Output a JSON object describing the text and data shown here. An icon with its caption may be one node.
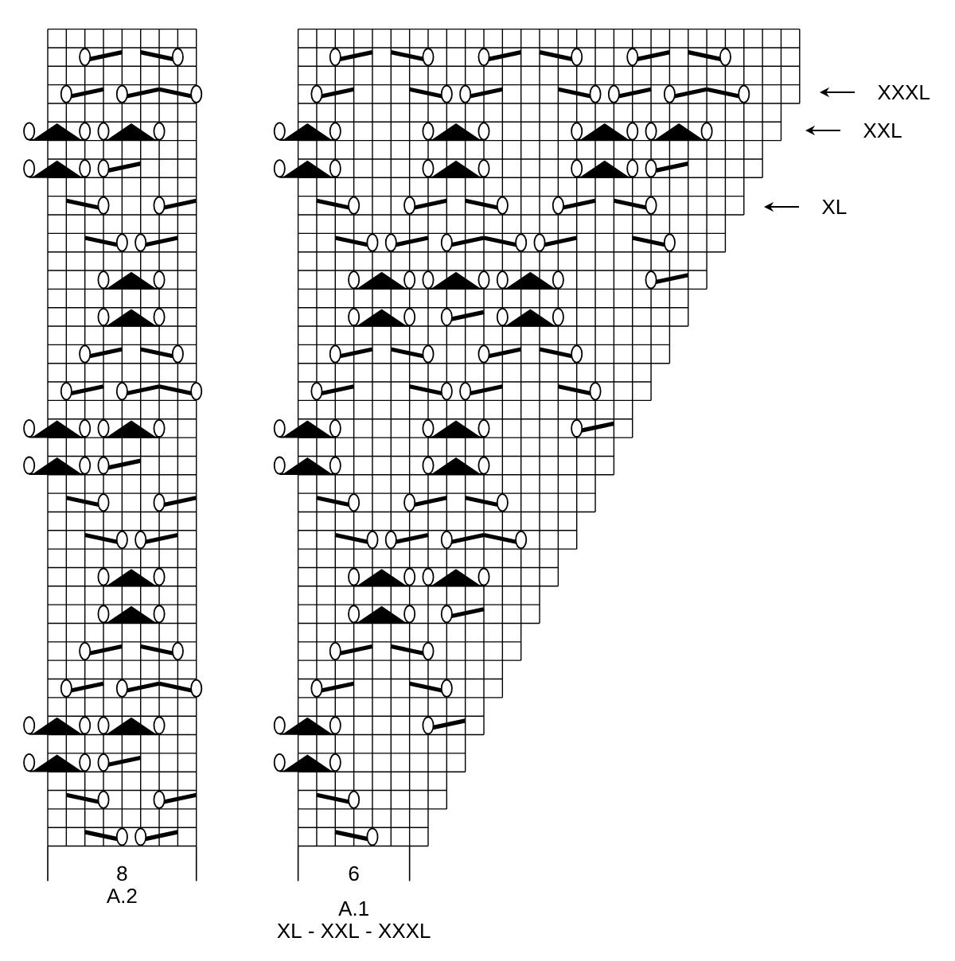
{
  "diagram": {
    "labels": [
      "XXXL",
      "XXL",
      "XL",
      "8",
      "A.2",
      "6",
      "A.1",
      "XL - XXL - XXXL"
    ]
  }
}
